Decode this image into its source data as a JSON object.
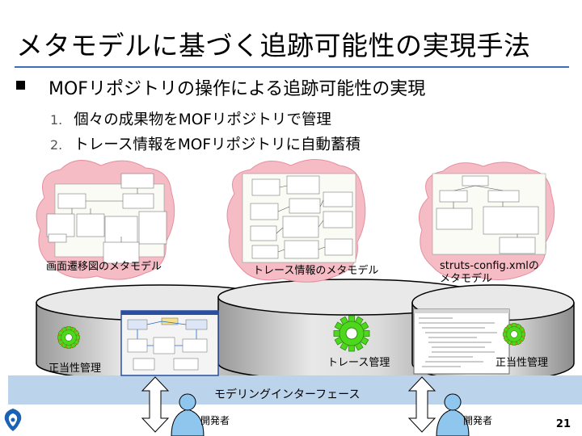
{
  "slide": {
    "title": "メタモデルに基づく追跡可能性の実現手法",
    "bullet": "MOFリポジトリの操作による追跡可能性の実現",
    "items": [
      {
        "num": "1.",
        "text": "個々の成果物をMOFリポジトリで管理"
      },
      {
        "num": "2.",
        "text": "トレース情報をMOFリポジトリに自動蓄積"
      }
    ],
    "cloud_labels": {
      "left": "画面遷移図のメタモデル",
      "center": "トレース情報のメタモデル",
      "right_line1": "struts-config.xmlの",
      "right_line2": "メタモデル"
    },
    "drum_labels": {
      "left": "正当性管理",
      "center": "トレース管理",
      "right": "正当性管理"
    },
    "interface_label": "モデリングインターフェース",
    "actors": {
      "left": "開発者",
      "right": "開発者"
    },
    "page_number": "21",
    "colors": {
      "cloud_fill": "#f6bcc6",
      "band_fill": "#bcd3ec",
      "gear_fill": "#4ed81d",
      "gear_ring": "#f2a71b",
      "rule": "#3b6fb6"
    }
  }
}
